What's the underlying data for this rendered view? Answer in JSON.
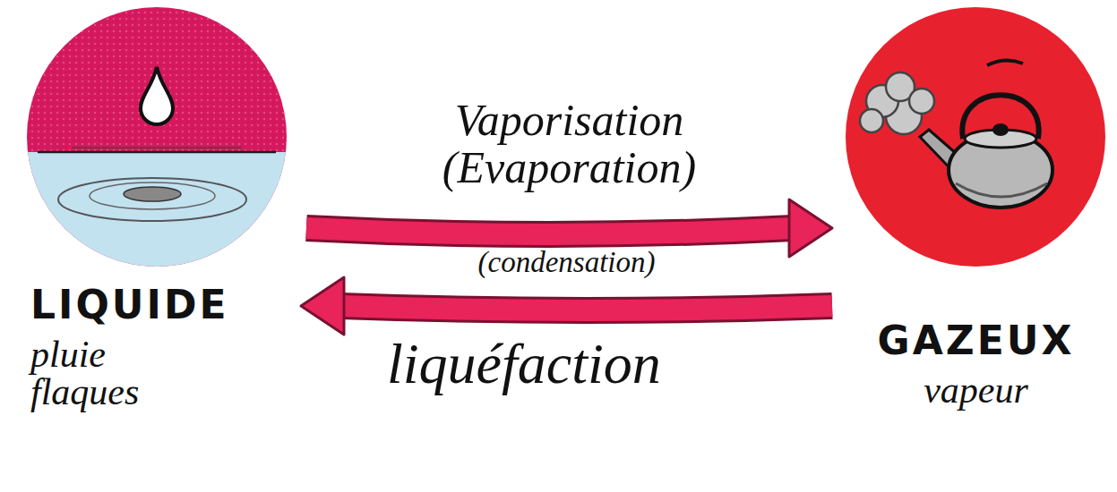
{
  "diagram": {
    "nodes": [
      {
        "text": [
          "LIQUIDE",
          "pluie flaques"
        ]
      },
      {
        "text": [
          "GAZEUX",
          "vapeur"
        ]
      }
    ],
    "edges": [
      {
        "from": 0,
        "to": 1,
        "arrow": "to",
        "label": "Vaporisation (Evaporation)"
      },
      {
        "from": 1,
        "to": 0,
        "arrow": "to",
        "label": "(condensation)"
      }
    ],
    "labels": [
      "liquéfaction"
    ]
  }
}
